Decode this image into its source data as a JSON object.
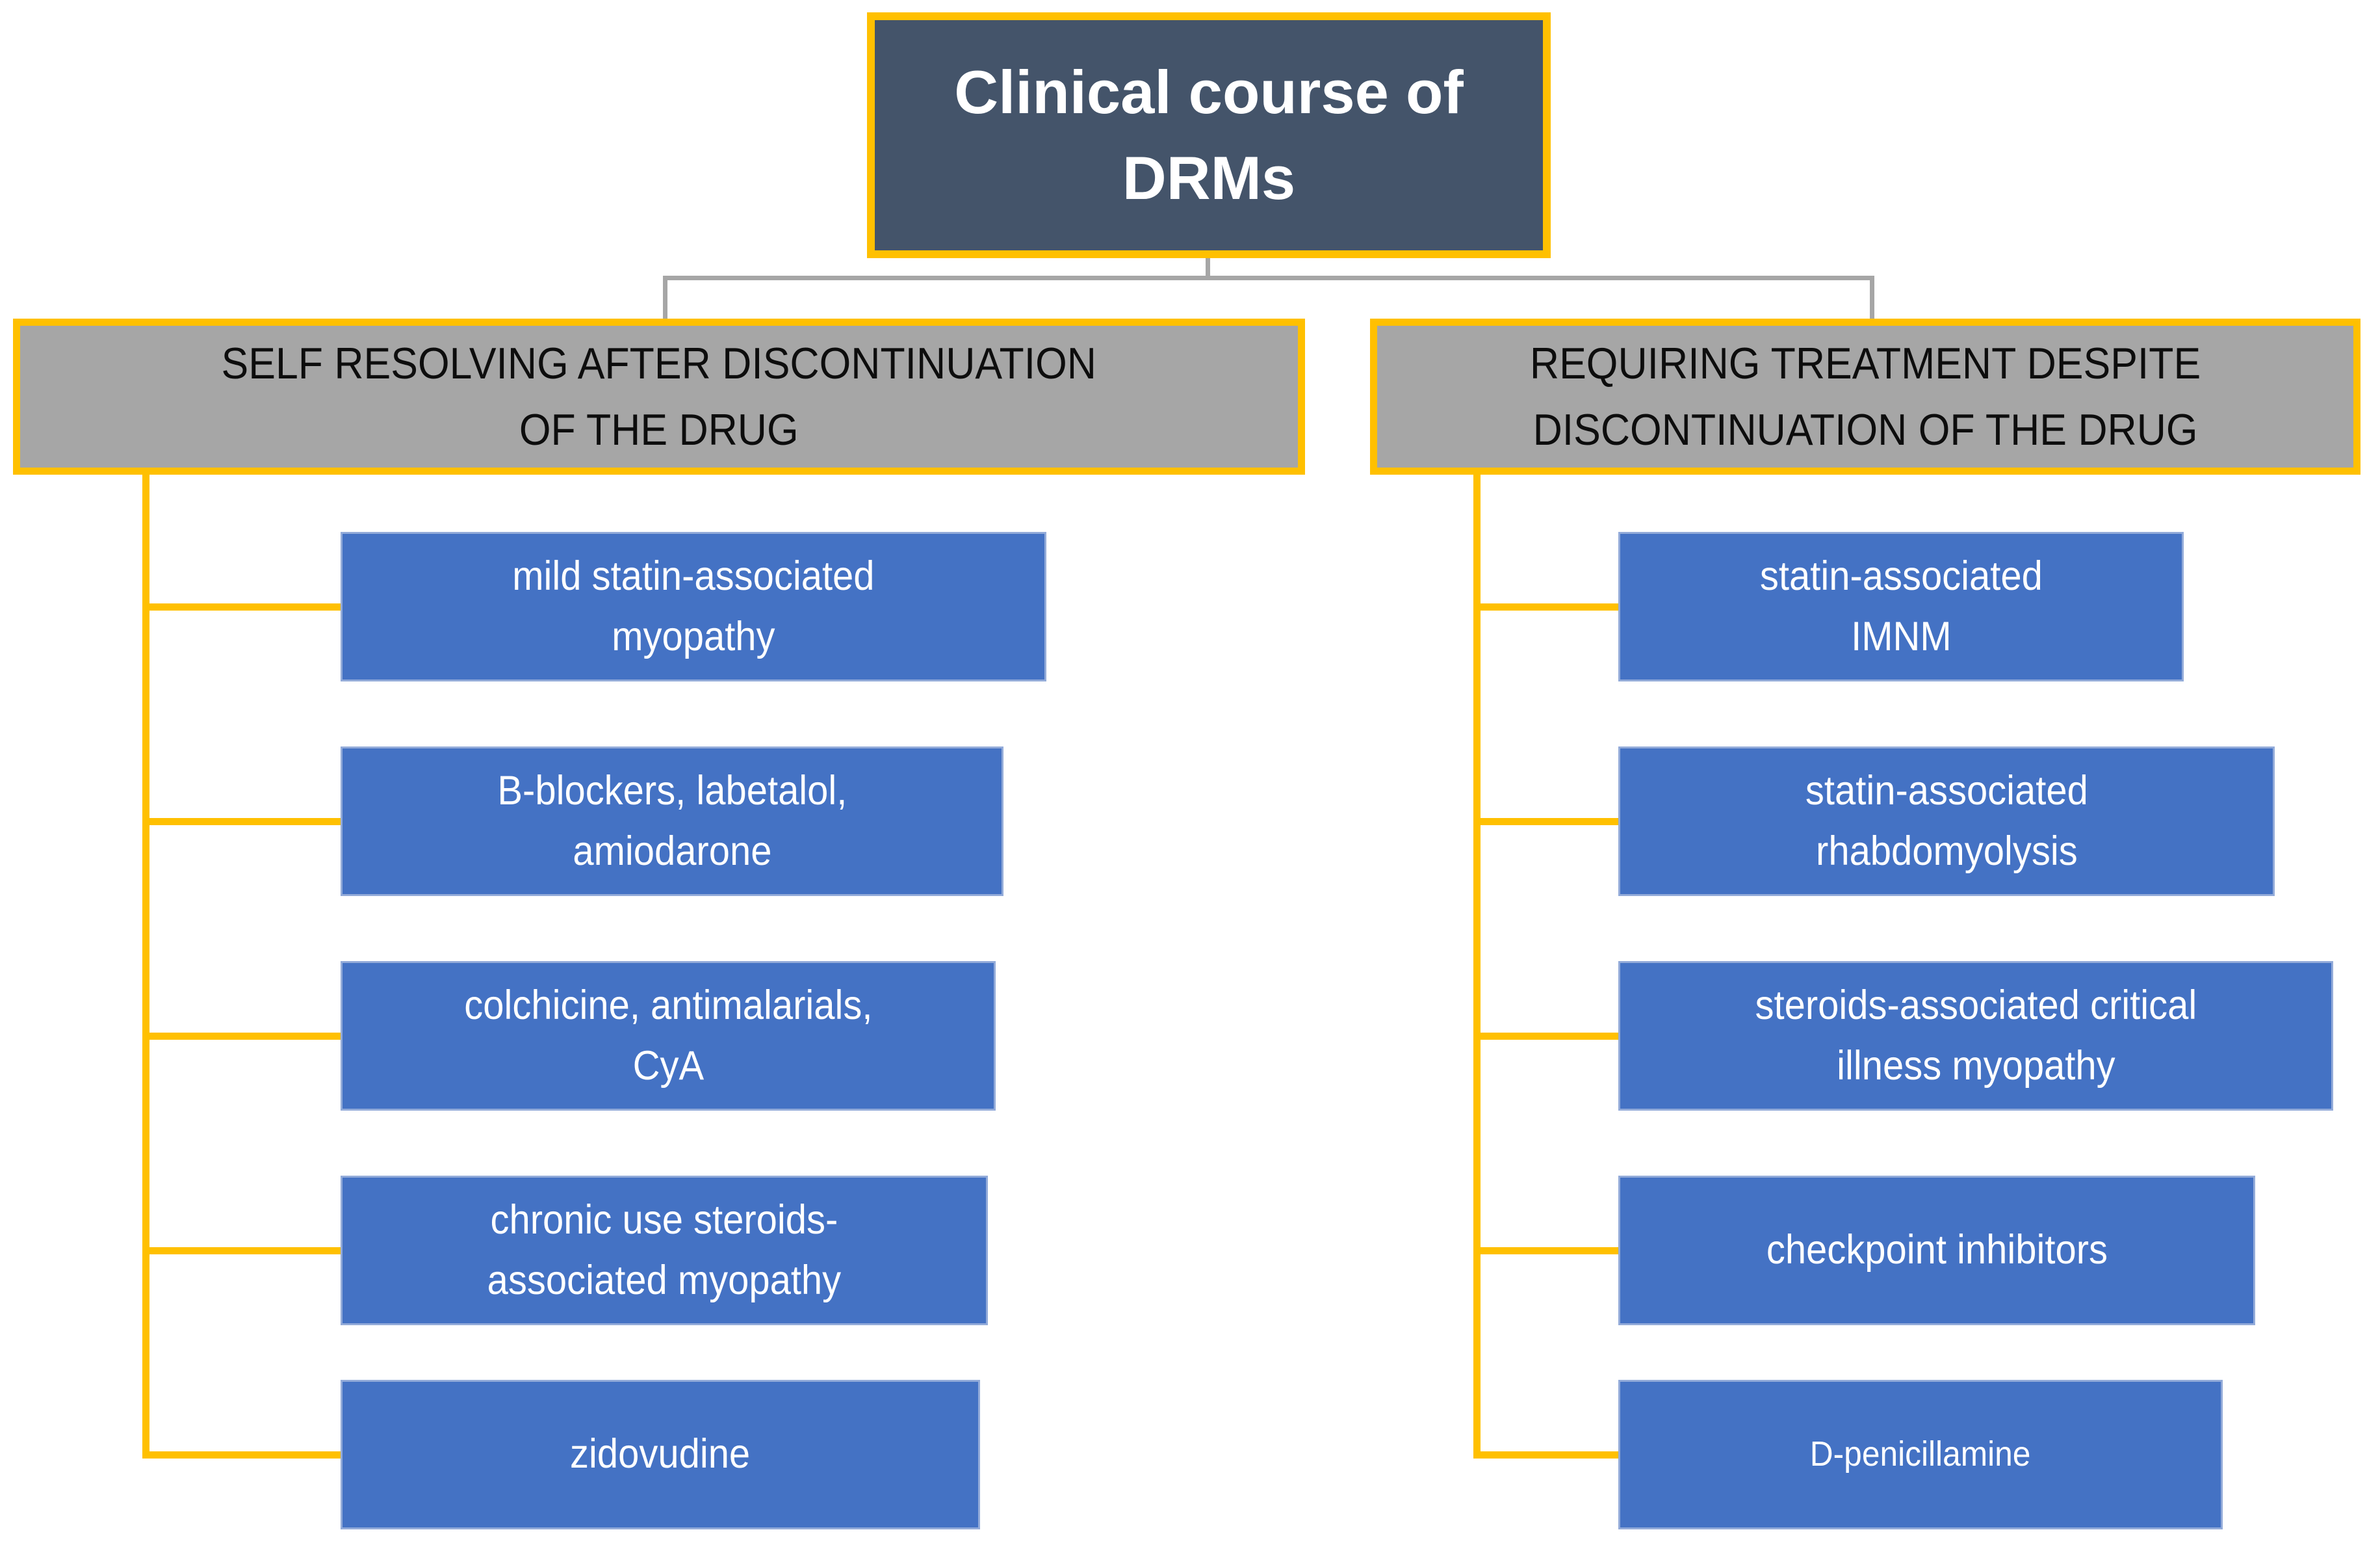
{
  "figure": {
    "type": "flowchart",
    "root_label": "Clinical course of\nDRMs"
  },
  "branches": [
    {
      "id": "self-resolving",
      "label": "SELF RESOLVING AFTER DISCONTINUATION\nOF THE DRUG",
      "items": [
        "mild statin-associated\nmyopathy",
        "B-blockers, labetalol,\namiodarone",
        "colchicine, antimalarials,\nCyA",
        "chronic use steroids-\nassociated myopathy",
        "zidovudine"
      ]
    },
    {
      "id": "requiring-treatment",
      "label": "REQUIRING TREATMENT DESPITE\nDISCONTINUATION OF THE DRUG",
      "items": [
        "statin-associated\nIMNM",
        "statin-associated\nrhabdomyolysis",
        "steroids-associated critical\nillness myopathy",
        "checkpoint inhibitors",
        "D-penicillamine"
      ]
    }
  ],
  "colors": {
    "root_fill": "#44546A",
    "root_text": "#FFFFFF",
    "accent_border": "#FFC000",
    "branch_fill": "#A6A6A6",
    "branch_text": "#000000",
    "leaf_fill": "#4472C4",
    "leaf_text": "#FFFFFF",
    "connector_gray": "#A6A6A6",
    "connector_yellow": "#FFC000",
    "background": "#FFFFFF"
  }
}
